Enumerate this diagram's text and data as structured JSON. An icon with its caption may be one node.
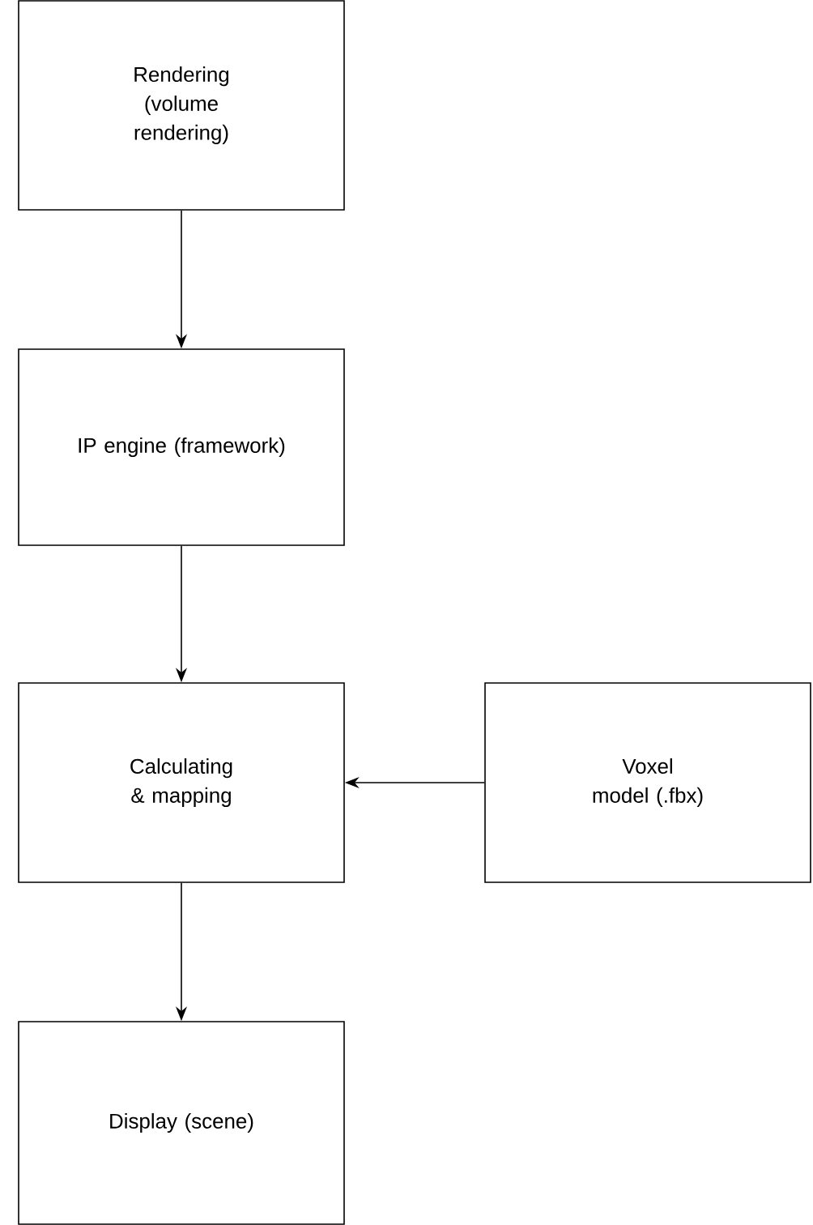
{
  "diagram": {
    "nodes": [
      {
        "text": [
          "Rendering (volume rendering)"
        ]
      },
      {
        "text": [
          "IP engine (framework)"
        ]
      },
      {
        "text": [
          "Calculating & mapping"
        ]
      },
      {
        "text": [
          "Voxel model (.fbx)"
        ]
      },
      {
        "text": [
          "Display (scene)"
        ]
      }
    ],
    "edges": [
      {
        "from": 0,
        "to": 1,
        "arrow": "to"
      },
      {
        "from": 1,
        "to": 2,
        "arrow": "to"
      },
      {
        "from": 3,
        "to": 2,
        "arrow": "to"
      },
      {
        "from": 2,
        "to": 4,
        "arrow": "to"
      }
    ]
  }
}
